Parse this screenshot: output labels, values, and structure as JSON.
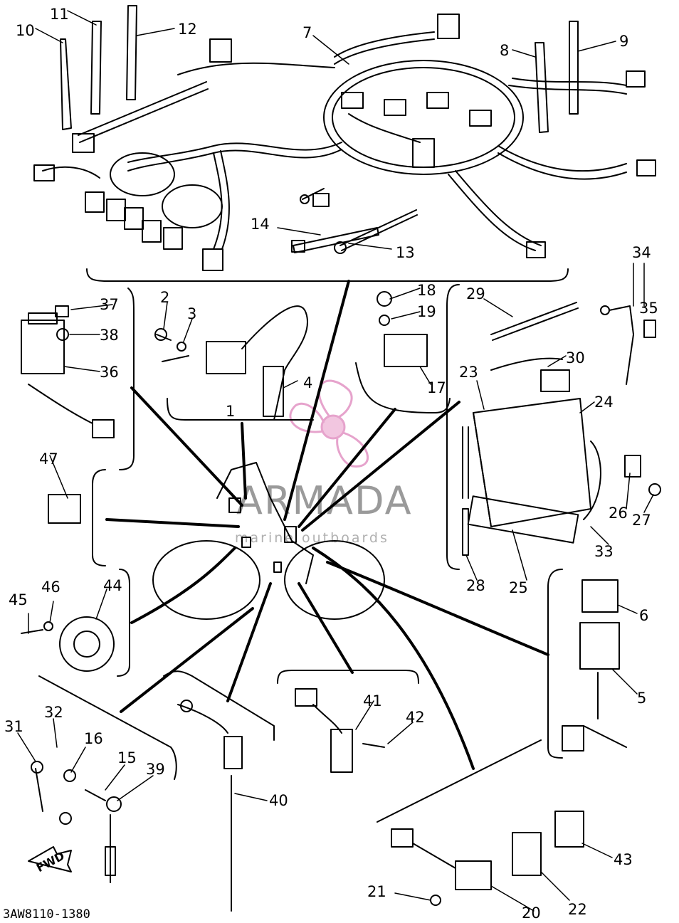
{
  "diagram_code": "3AW8110-1380",
  "watermark": {
    "brand": "ARMADA",
    "tagline": "marine outboards",
    "accent": "#d94f9c"
  },
  "direction_label": "FWD",
  "callouts": {
    "c1": "1",
    "c2": "2",
    "c3": "3",
    "c4": "4",
    "c5": "5",
    "c6": "6",
    "c7": "7",
    "c8": "8",
    "c9": "9",
    "c10": "10",
    "c11": "11",
    "c12": "12",
    "c13": "13",
    "c14": "14",
    "c15": "15",
    "c16": "16",
    "c17": "17",
    "c18": "18",
    "c19": "19",
    "c20": "20",
    "c21": "21",
    "c22": "22",
    "c23": "23",
    "c24": "24",
    "c25": "25",
    "c26": "26",
    "c27": "27",
    "c28": "28",
    "c29": "29",
    "c30": "30",
    "c31": "31",
    "c32": "32",
    "c33": "33",
    "c34": "34",
    "c35": "35",
    "c36": "36",
    "c37": "37",
    "c38": "38",
    "c39": "39",
    "c40": "40",
    "c41": "41",
    "c42": "42",
    "c43": "43",
    "c44": "44",
    "c45": "45",
    "c46": "46",
    "c47": "47"
  }
}
